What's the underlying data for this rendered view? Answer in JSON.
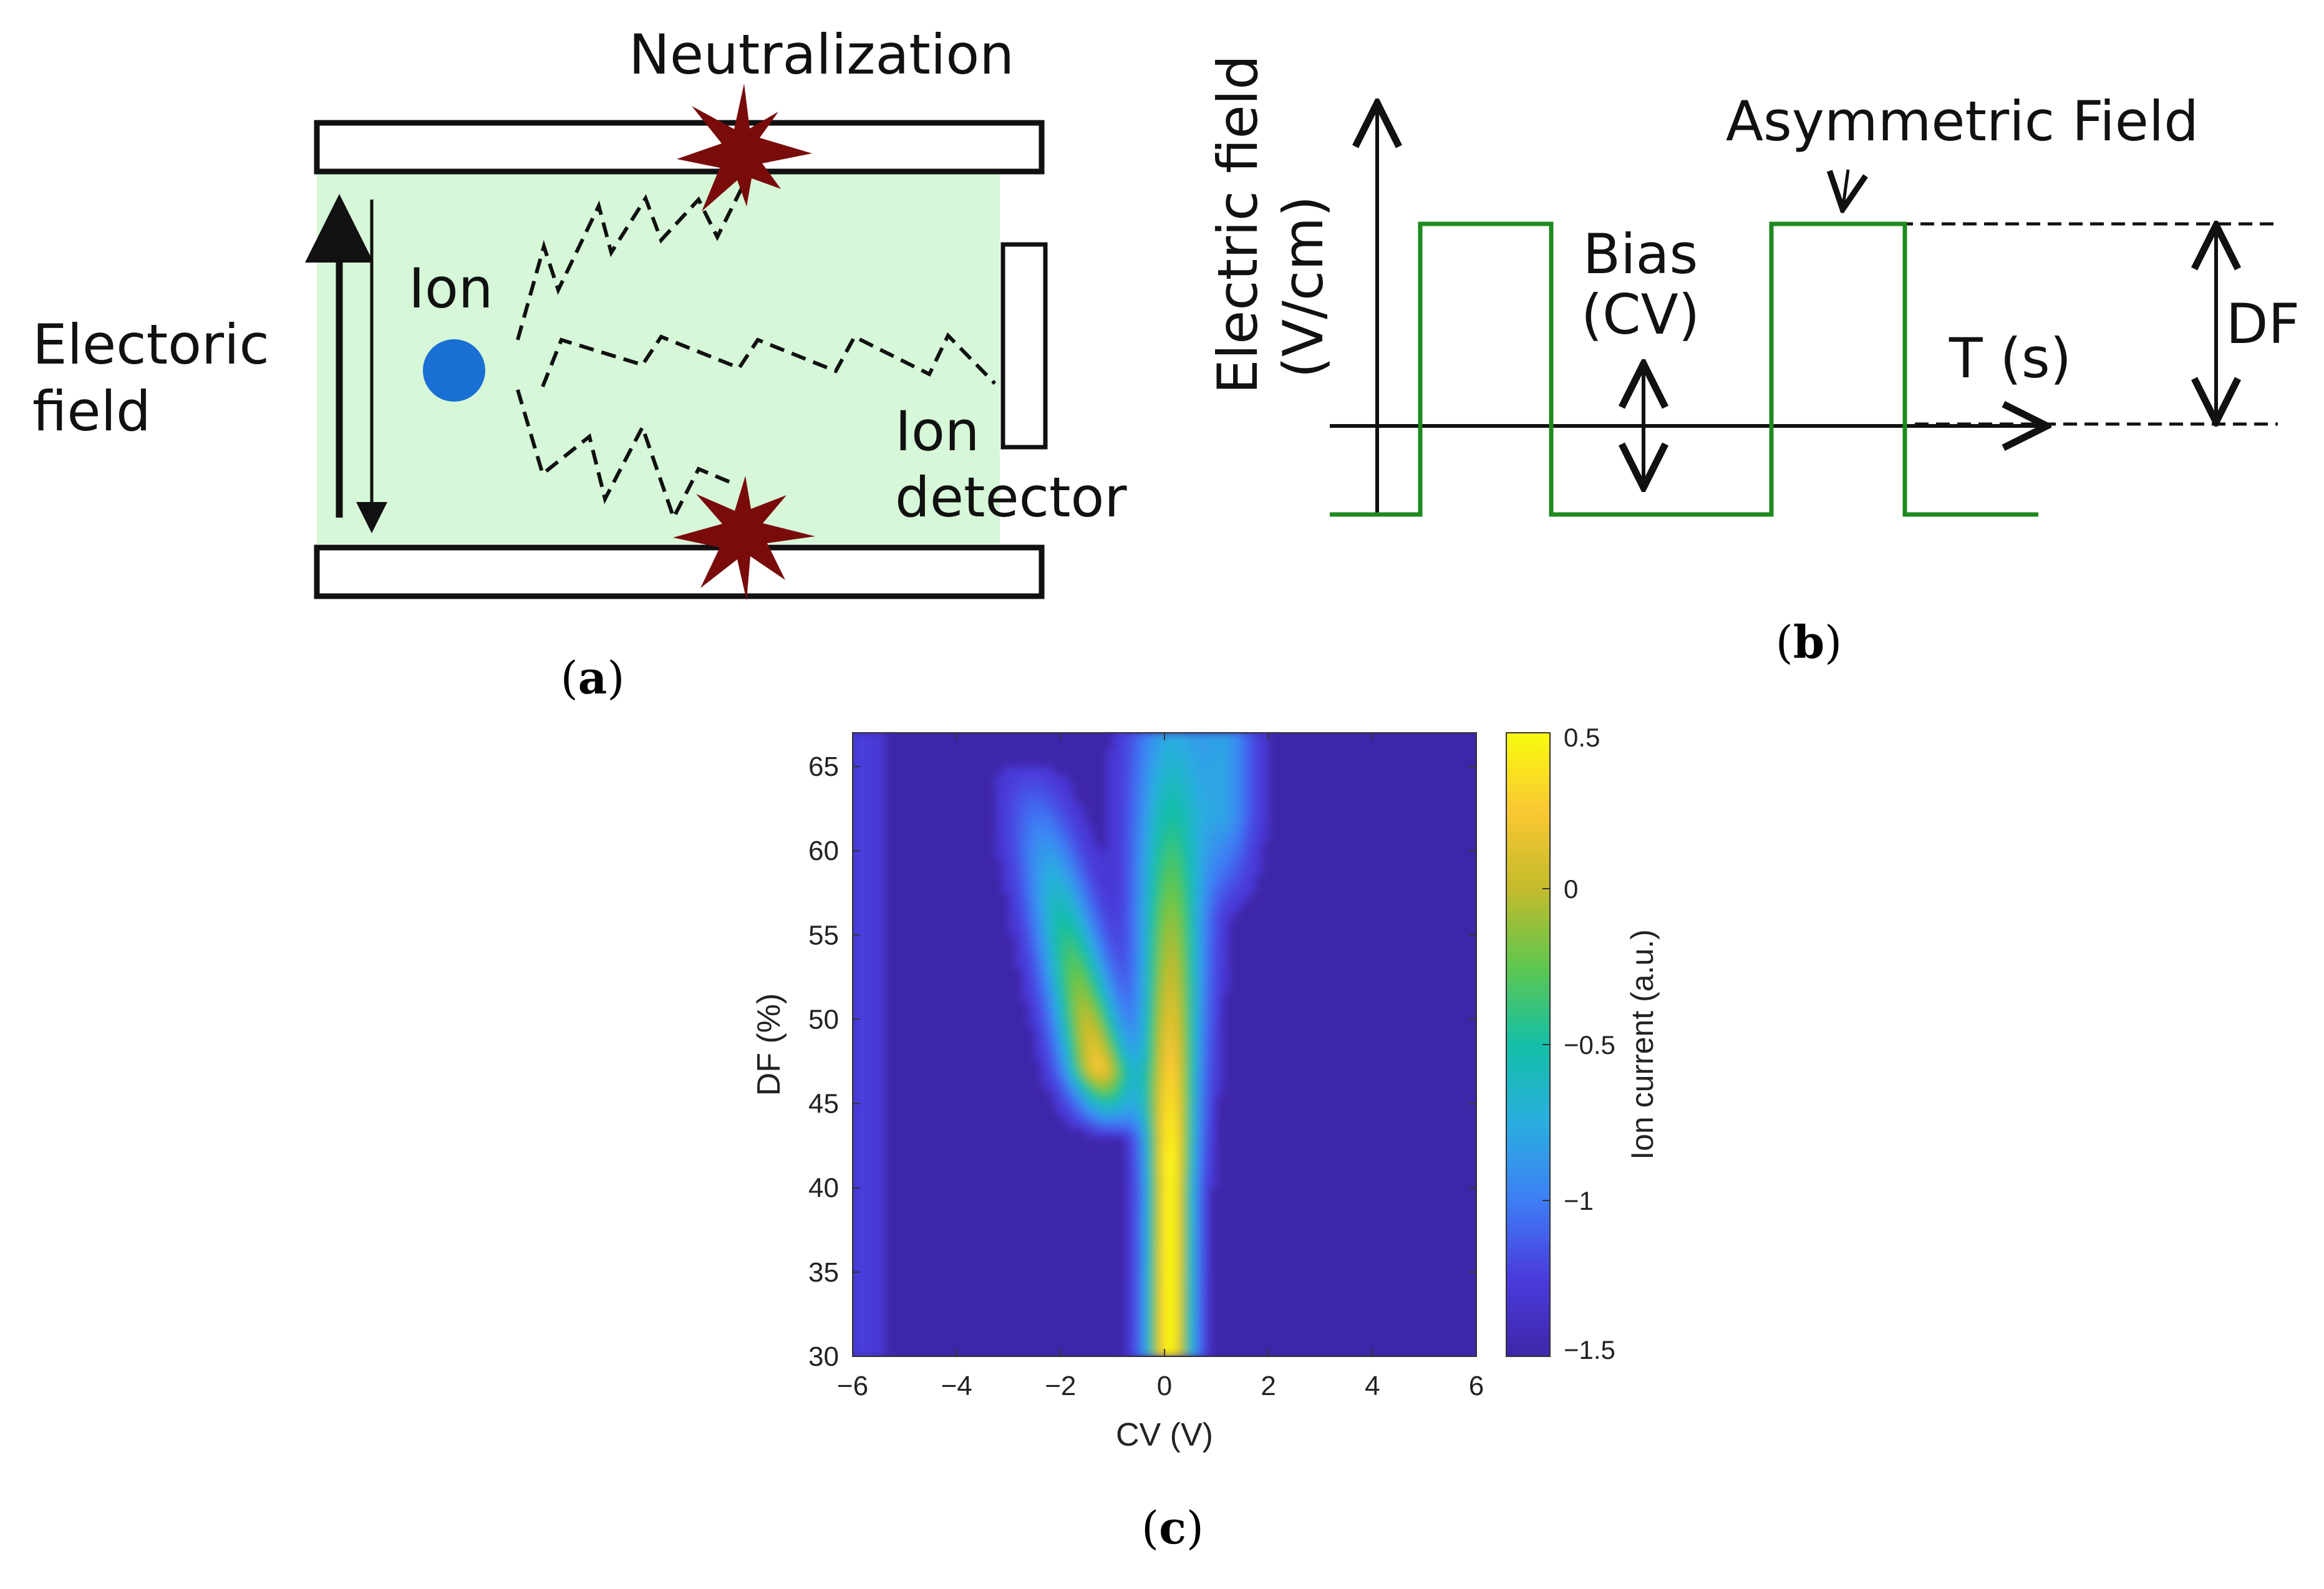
{
  "panel_a": {
    "caption": "(a)",
    "caption_letter": "a",
    "neutralization_label": "Neutralization",
    "electric_field_label_line1": "Electoric",
    "electric_field_label_line2": "field",
    "ion_label": "Ion",
    "detector_label_line1": "Ion",
    "detector_label_line2": "detector",
    "colors": {
      "field_region": "#d6f8d8",
      "ion": "#1a6fd4",
      "burst": "#7a0b0b",
      "plate_stroke": "#111111"
    },
    "icons": {
      "ion": "circle",
      "neutralization": "starburst"
    }
  },
  "panel_b": {
    "caption": "(b)",
    "caption_letter": "b",
    "ylabel_line1": "Electric field",
    "ylabel_line2": "(V/cm)",
    "asymmetric_label": "Asymmetric Field",
    "bias_label_line1": "Bias",
    "bias_label_line2": "(CV)",
    "time_label": "T (s)",
    "df_label": "DF",
    "colors": {
      "waveform": "#1e8a1e",
      "axes": "#111111"
    }
  },
  "panel_c": {
    "caption": "(c)",
    "caption_letter": "c",
    "colorbar_ticks": [
      "0.5",
      "0",
      "−0.5",
      "−1",
      "−1.5"
    ],
    "colorscale": [
      "#3e26a8",
      "#4a3bdc",
      "#3e7ef6",
      "#2aaee0",
      "#14bfa6",
      "#5fc74e",
      "#c4bb2c",
      "#f9c832",
      "#f9fb0e"
    ]
  },
  "chart_data": {
    "type": "heatmap",
    "title": "",
    "xlabel": "CV (V)",
    "ylabel": "DF (%)",
    "colorbar_label": "Ion current (a.u.)",
    "xlim": [
      -6,
      6
    ],
    "ylim": [
      30,
      67
    ],
    "clim": [
      -1.5,
      0.5
    ],
    "x_ticks": [
      -6,
      -4,
      -2,
      0,
      2,
      4,
      6
    ],
    "y_ticks": [
      30,
      35,
      40,
      45,
      50,
      55,
      60,
      65
    ],
    "colorbar_ticks": [
      0.5,
      0,
      -0.5,
      -1,
      -1.5
    ],
    "features": [
      {
        "name": "main ridge",
        "cv_center": 0.1,
        "df_range": [
          30,
          67
        ],
        "peak_current": 0.5
      },
      {
        "name": "side branch",
        "cv_center_at_df45": -1.1,
        "cv_center_at_df62": -2.4,
        "df_range": [
          44,
          64
        ],
        "peak_current": 0.1
      }
    ],
    "background_current": -1.35,
    "grid": false
  }
}
